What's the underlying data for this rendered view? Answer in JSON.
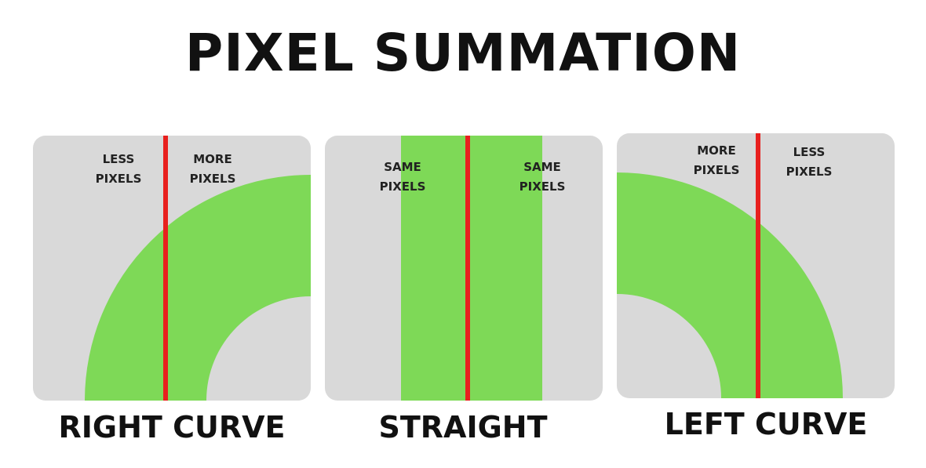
{
  "title": "PIXEL SUMMATION",
  "colors": {
    "panel_background": "#d9d9d9",
    "track_green": "#7ed957",
    "center_line_red": "#e8201e",
    "text": "#111111"
  },
  "panels": [
    {
      "caption": "RIGHT CURVE",
      "left_label": [
        "LESS",
        "PIXELS"
      ],
      "right_label": [
        "MORE",
        "PIXELS"
      ]
    },
    {
      "caption": "STRAIGHT",
      "left_label": [
        "SAME",
        "PIXELS"
      ],
      "right_label": [
        "SAME",
        "PIXELS"
      ]
    },
    {
      "caption": "LEFT CURVE",
      "left_label": [
        "MORE",
        "PIXELS"
      ],
      "right_label": [
        "LESS",
        "PIXELS"
      ]
    }
  ]
}
